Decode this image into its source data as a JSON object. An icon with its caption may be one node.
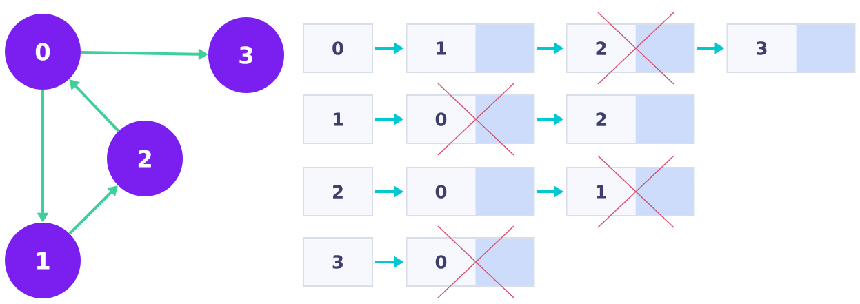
{
  "diagram": {
    "nodes": [
      {
        "text": [
          "0"
        ]
      },
      {
        "text": [
          "1"
        ]
      },
      {
        "text": [
          "2"
        ]
      },
      {
        "text": [
          "3"
        ]
      },
      {
        "text": [
          "0"
        ]
      },
      {
        "text": [
          "1"
        ]
      },
      {
        "text": [
          "2"
        ]
      },
      {
        "text": [
          "3"
        ]
      },
      {
        "text": [
          "1"
        ]
      },
      {
        "text": [
          "0"
        ]
      },
      {
        "text": [
          "2"
        ]
      },
      {
        "text": [
          "2"
        ]
      },
      {
        "text": [
          "0"
        ]
      },
      {
        "text": [
          "1"
        ]
      },
      {
        "text": [
          "3"
        ]
      },
      {
        "text": [
          "0"
        ]
      }
    ],
    "edges": [
      {
        "from": 0,
        "to": 3,
        "arrow": "to"
      },
      {
        "from": 0,
        "to": 1,
        "arrow": "to"
      },
      {
        "from": 2,
        "to": 0,
        "arrow": "to"
      },
      {
        "from": 1,
        "to": 2,
        "arrow": "to"
      },
      {
        "from": 4,
        "to": 5,
        "arrow": "to",
        "color": "#00c8d2"
      },
      {
        "from": 5,
        "to": 6,
        "arrow": "to",
        "color": "#00c8d2"
      },
      {
        "from": 6,
        "to": 7,
        "arrow": "to",
        "color": "#00c8d2"
      },
      {
        "from": 8,
        "to": 9,
        "arrow": "to",
        "color": "#00c8d2"
      },
      {
        "from": 9,
        "to": 10,
        "arrow": "to",
        "color": "#00c8d2"
      },
      {
        "from": 11,
        "to": 12,
        "arrow": "to",
        "color": "#00c8d2"
      },
      {
        "from": 12,
        "to": 13,
        "arrow": "to",
        "color": "#00c8d2"
      },
      {
        "from": 14,
        "to": 15,
        "arrow": "to",
        "color": "#00c8d2"
      }
    ]
  }
}
